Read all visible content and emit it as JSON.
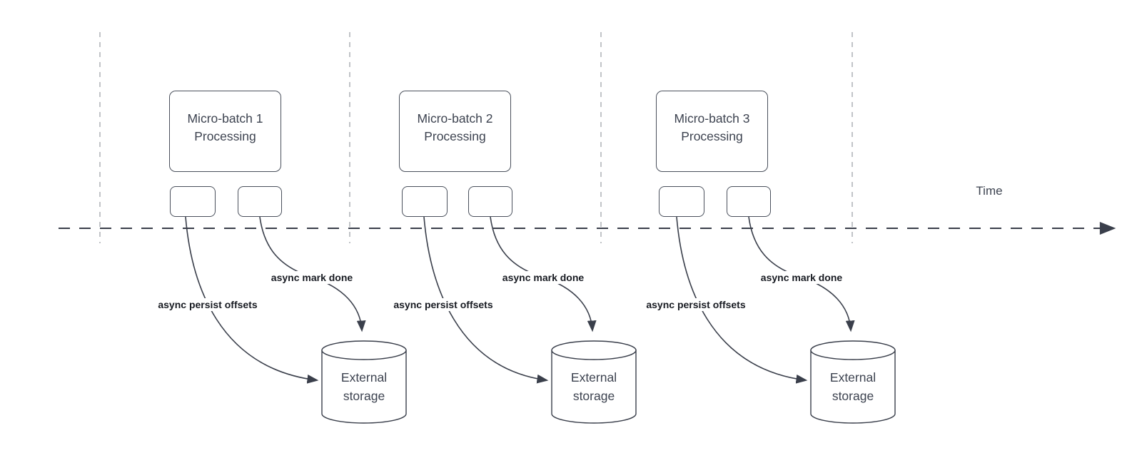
{
  "colors": {
    "background": "#ffffff",
    "line_dark": "#3a3f4b",
    "line_gray": "#b2b5bb",
    "node_border": "#4a505c",
    "node_text": "#3d4350",
    "label_text": "#171a21"
  },
  "axis": {
    "time_label": "Time"
  },
  "batches": [
    {
      "title": "Micro-batch 1",
      "subtitle": "Processing",
      "persist_label": "async persist offsets",
      "done_label": "async mark done",
      "storage": {
        "line1": "External",
        "line2": "storage"
      }
    },
    {
      "title": "Micro-batch 2",
      "subtitle": "Processing",
      "persist_label": "async persist offsets",
      "done_label": "async mark done",
      "storage": {
        "line1": "External",
        "line2": "storage"
      }
    },
    {
      "title": "Micro-batch 3",
      "subtitle": "Processing",
      "persist_label": "async persist offsets",
      "done_label": "async mark done",
      "storage": {
        "line1": "External",
        "line2": "storage"
      }
    }
  ]
}
